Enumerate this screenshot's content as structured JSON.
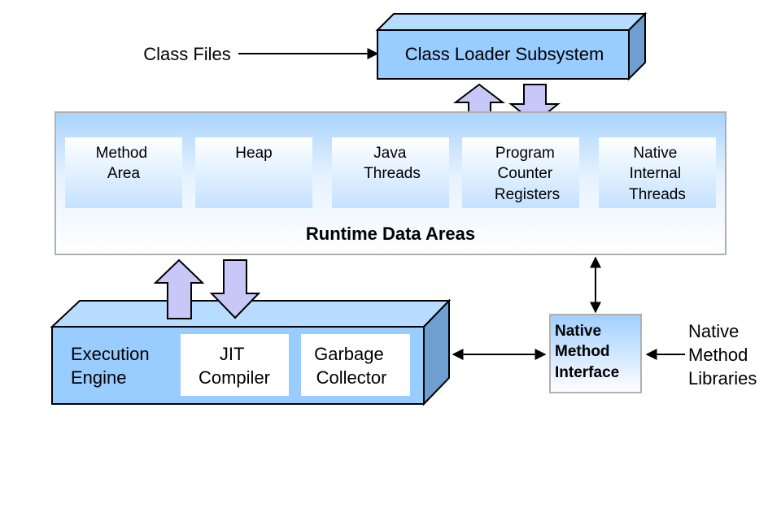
{
  "inputs": {
    "class_files": "Class Files",
    "native_libraries": [
      "Native",
      "Method",
      "Libraries"
    ]
  },
  "class_loader": {
    "label": "Class Loader Subsystem"
  },
  "runtime_data_areas": {
    "title": "Runtime Data Areas",
    "areas": [
      {
        "lines": [
          "Method",
          "Area"
        ]
      },
      {
        "lines": [
          "Heap"
        ]
      },
      {
        "lines": [
          "Java",
          "Threads"
        ]
      },
      {
        "lines": [
          "Program",
          "Counter",
          "Registers"
        ]
      },
      {
        "lines": [
          "Native",
          "Internal",
          "Threads"
        ]
      }
    ]
  },
  "execution_engine": {
    "label": [
      "Execution",
      "Engine"
    ],
    "components": [
      {
        "lines": [
          "JIT",
          "Compiler"
        ]
      },
      {
        "lines": [
          "Garbage",
          "Collector"
        ]
      }
    ]
  },
  "native_interface": {
    "lines": [
      "Native",
      "Method",
      "Interface"
    ]
  },
  "colors": {
    "box_blue": "#99ccff",
    "box_light": "#dbeeff",
    "box_side": "#6f9fd0",
    "box_top": "#b8dcff",
    "border_dark": "#000000",
    "border_gray": "#b0b0b0",
    "block_arrow": "#c8c8f8"
  }
}
